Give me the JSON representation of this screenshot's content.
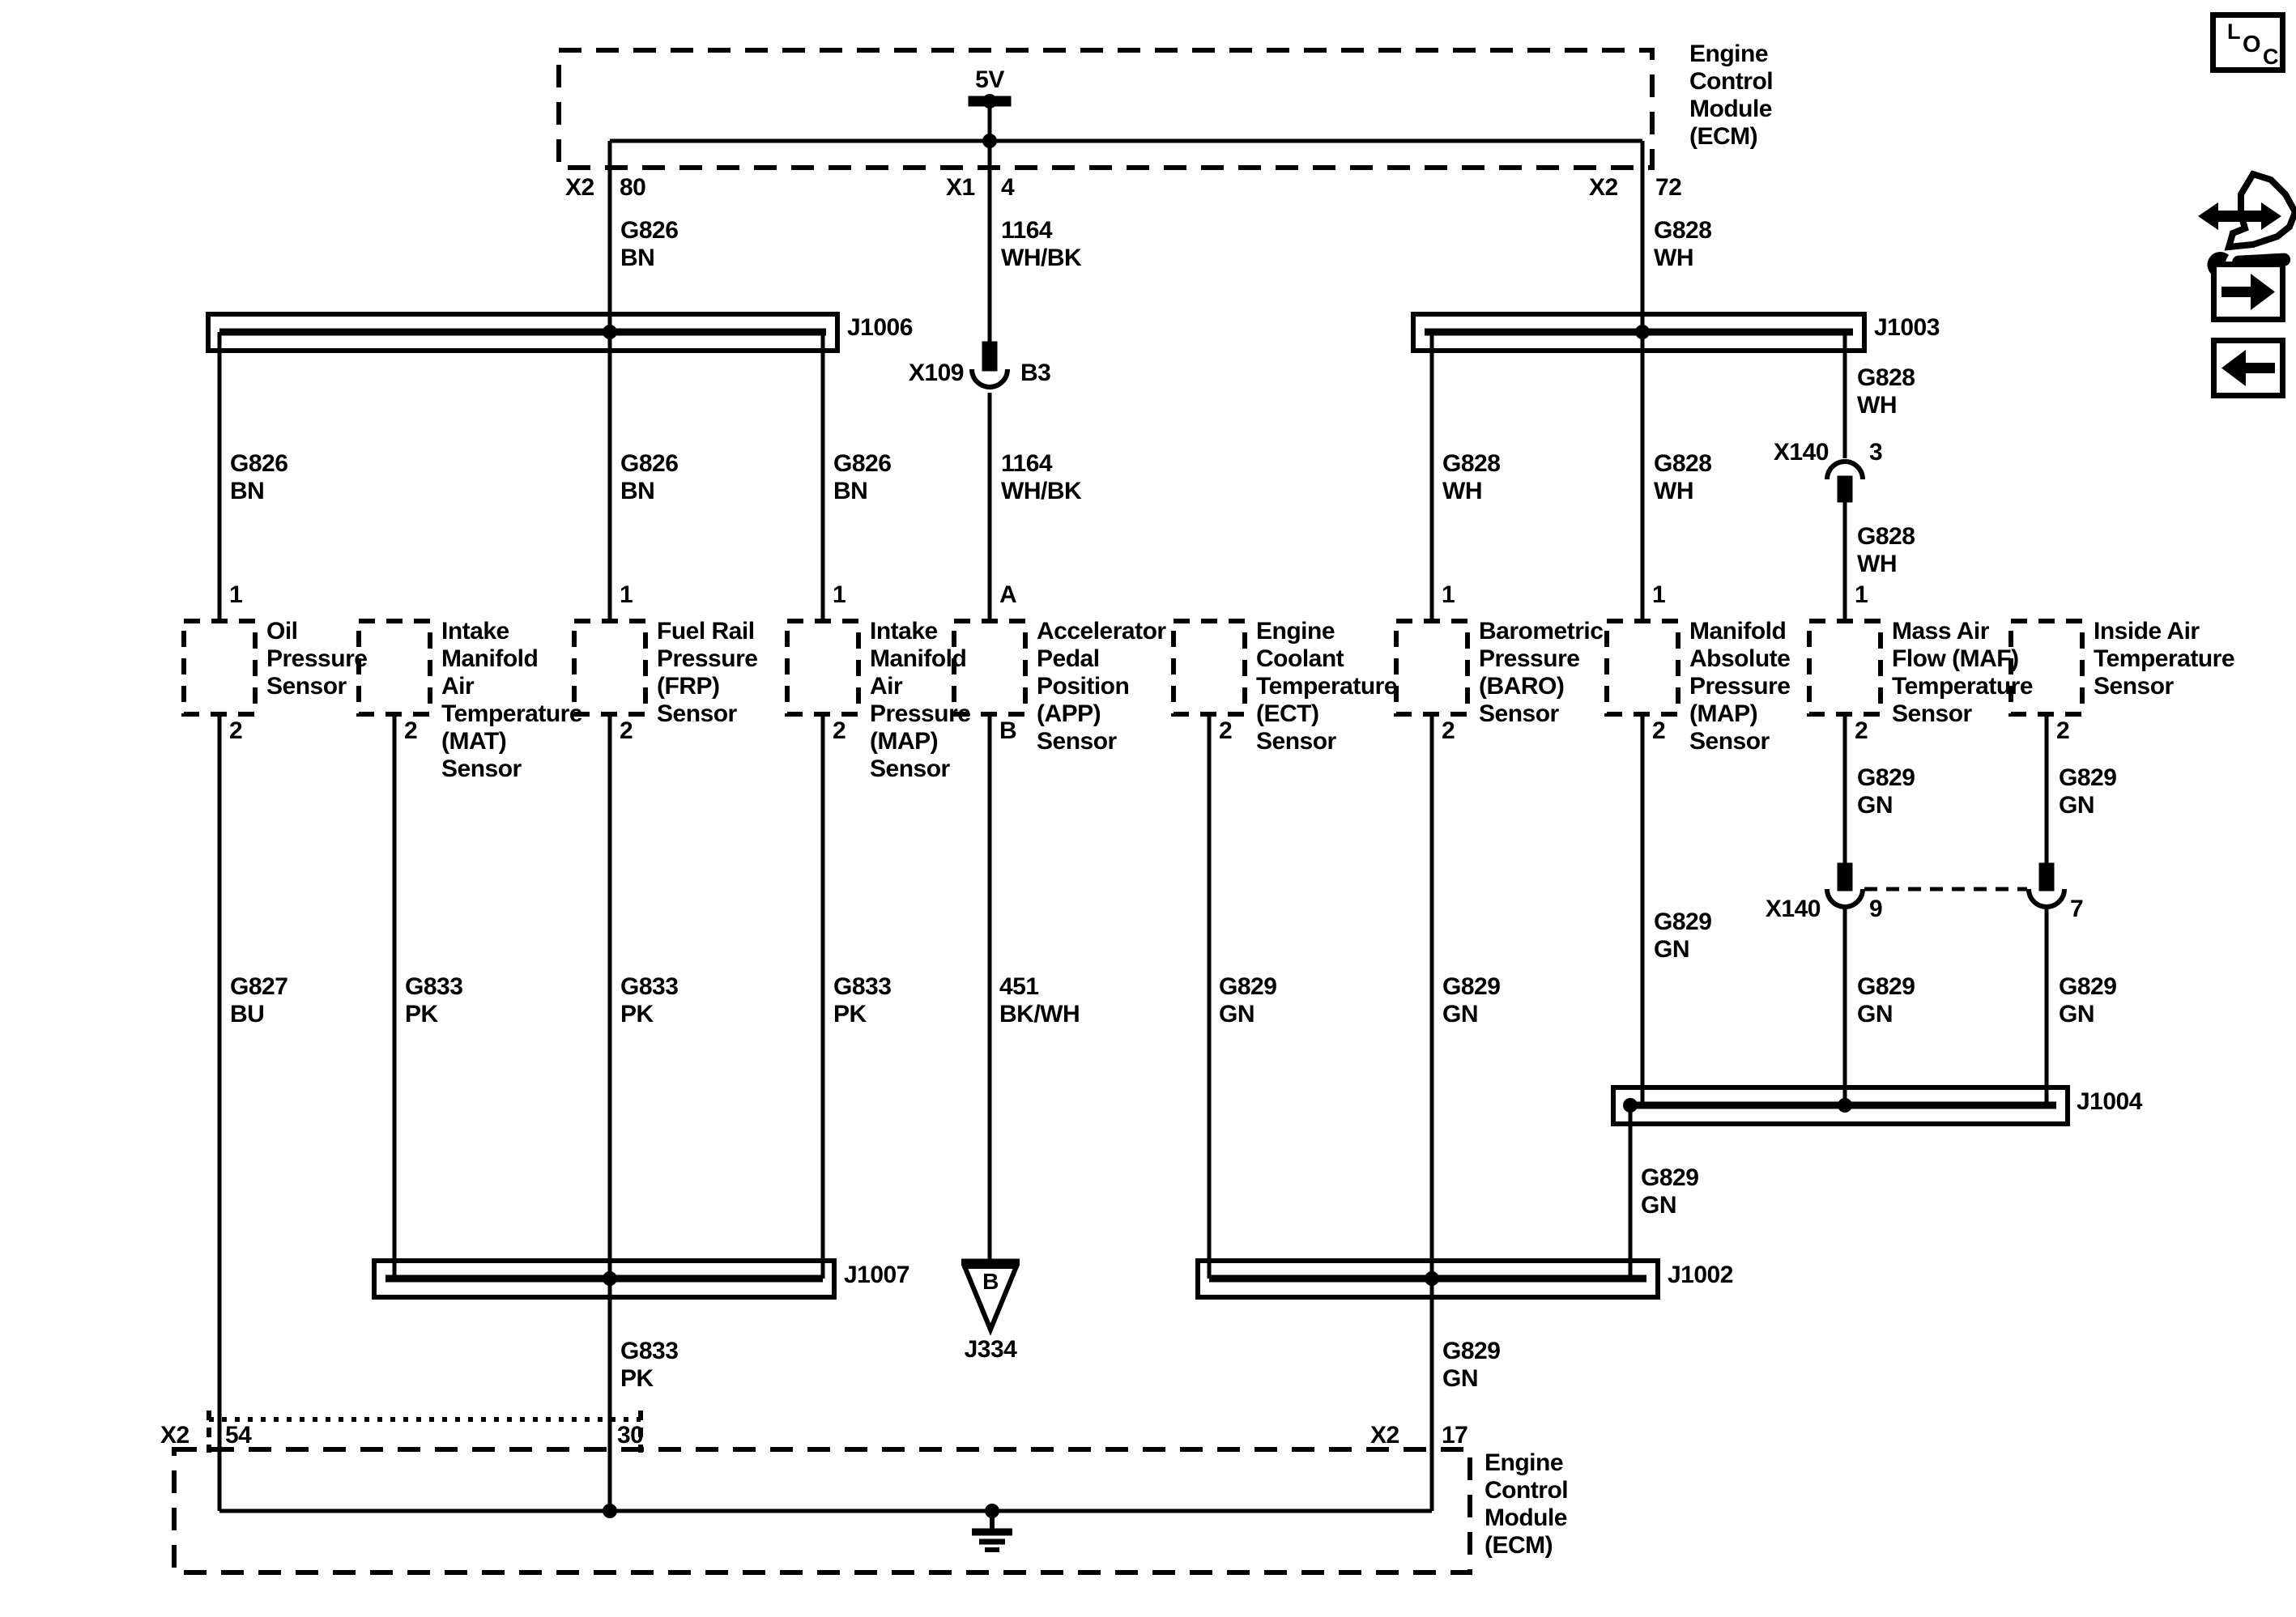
{
  "ecm": {
    "name": "Engine\nControl\nModule\n(ECM)",
    "supply_5v": "5V"
  },
  "pins": {
    "x2": "X2",
    "x1": "X1",
    "p80": "80",
    "p4": "4",
    "p72": "72",
    "p54": "54",
    "p30": "30",
    "p17": "17"
  },
  "connectors": {
    "x109": "X109",
    "b3": "B3",
    "x140": "X140",
    "p3": "3",
    "p9": "9",
    "p7": "7"
  },
  "junctions": {
    "j1006": "J1006",
    "j1003": "J1003",
    "j1007": "J1007",
    "j1002": "J1002",
    "j1004": "J1004",
    "j334": "J334",
    "j334_pin": "B"
  },
  "wire_labels": {
    "g826": "G826\nBN",
    "c1164": "1164\nWH/BK",
    "g828": "G828\nWH",
    "g827": "G827\nBU",
    "g833": "G833\nPK",
    "g829": "G829\nGN",
    "c451": "451\nBK/WH"
  },
  "sensors": {
    "oil": {
      "pin1": "1",
      "pin2": "2",
      "name": "Oil\nPressure\nSensor"
    },
    "mat": {
      "pin2": "2",
      "name": "Intake\nManifold\nAir\nTemperature\n(MAT)\nSensor"
    },
    "frp": {
      "pin1": "1",
      "pin2": "2",
      "name": "Fuel Rail\nPressure\n(FRP)\nSensor"
    },
    "map_intake": {
      "pin1": "1",
      "pin2": "2",
      "name": "Intake\nManifold\nAir\nPressure\n(MAP)\nSensor"
    },
    "app": {
      "pin1": "A",
      "pin2": "B",
      "name": "Accelerator\nPedal\nPosition\n(APP)\nSensor"
    },
    "ect": {
      "pin2": "2",
      "name": "Engine\nCoolant\nTemperature\n(ECT)\nSensor"
    },
    "baro": {
      "pin1": "1",
      "pin2": "2",
      "name": "Barometric\nPressure\n(BARO)\nSensor"
    },
    "map_abs": {
      "pin1": "1",
      "pin2": "2",
      "name": "Manifold\nAbsolute\nPressure\n(MAP)\nSensor"
    },
    "maf": {
      "pin1": "1",
      "pin2": "2",
      "name": "Mass Air\nFlow (MAF)\nTemperature\nSensor"
    },
    "iat": {
      "pin2": "2",
      "name": "Inside Air\nTemperature\nSensor"
    }
  },
  "toolbar": {
    "loc_l": "L",
    "loc_o": "O",
    "loc_c": "C"
  },
  "colors": {
    "line": "#000000",
    "background": "#ffffff"
  }
}
